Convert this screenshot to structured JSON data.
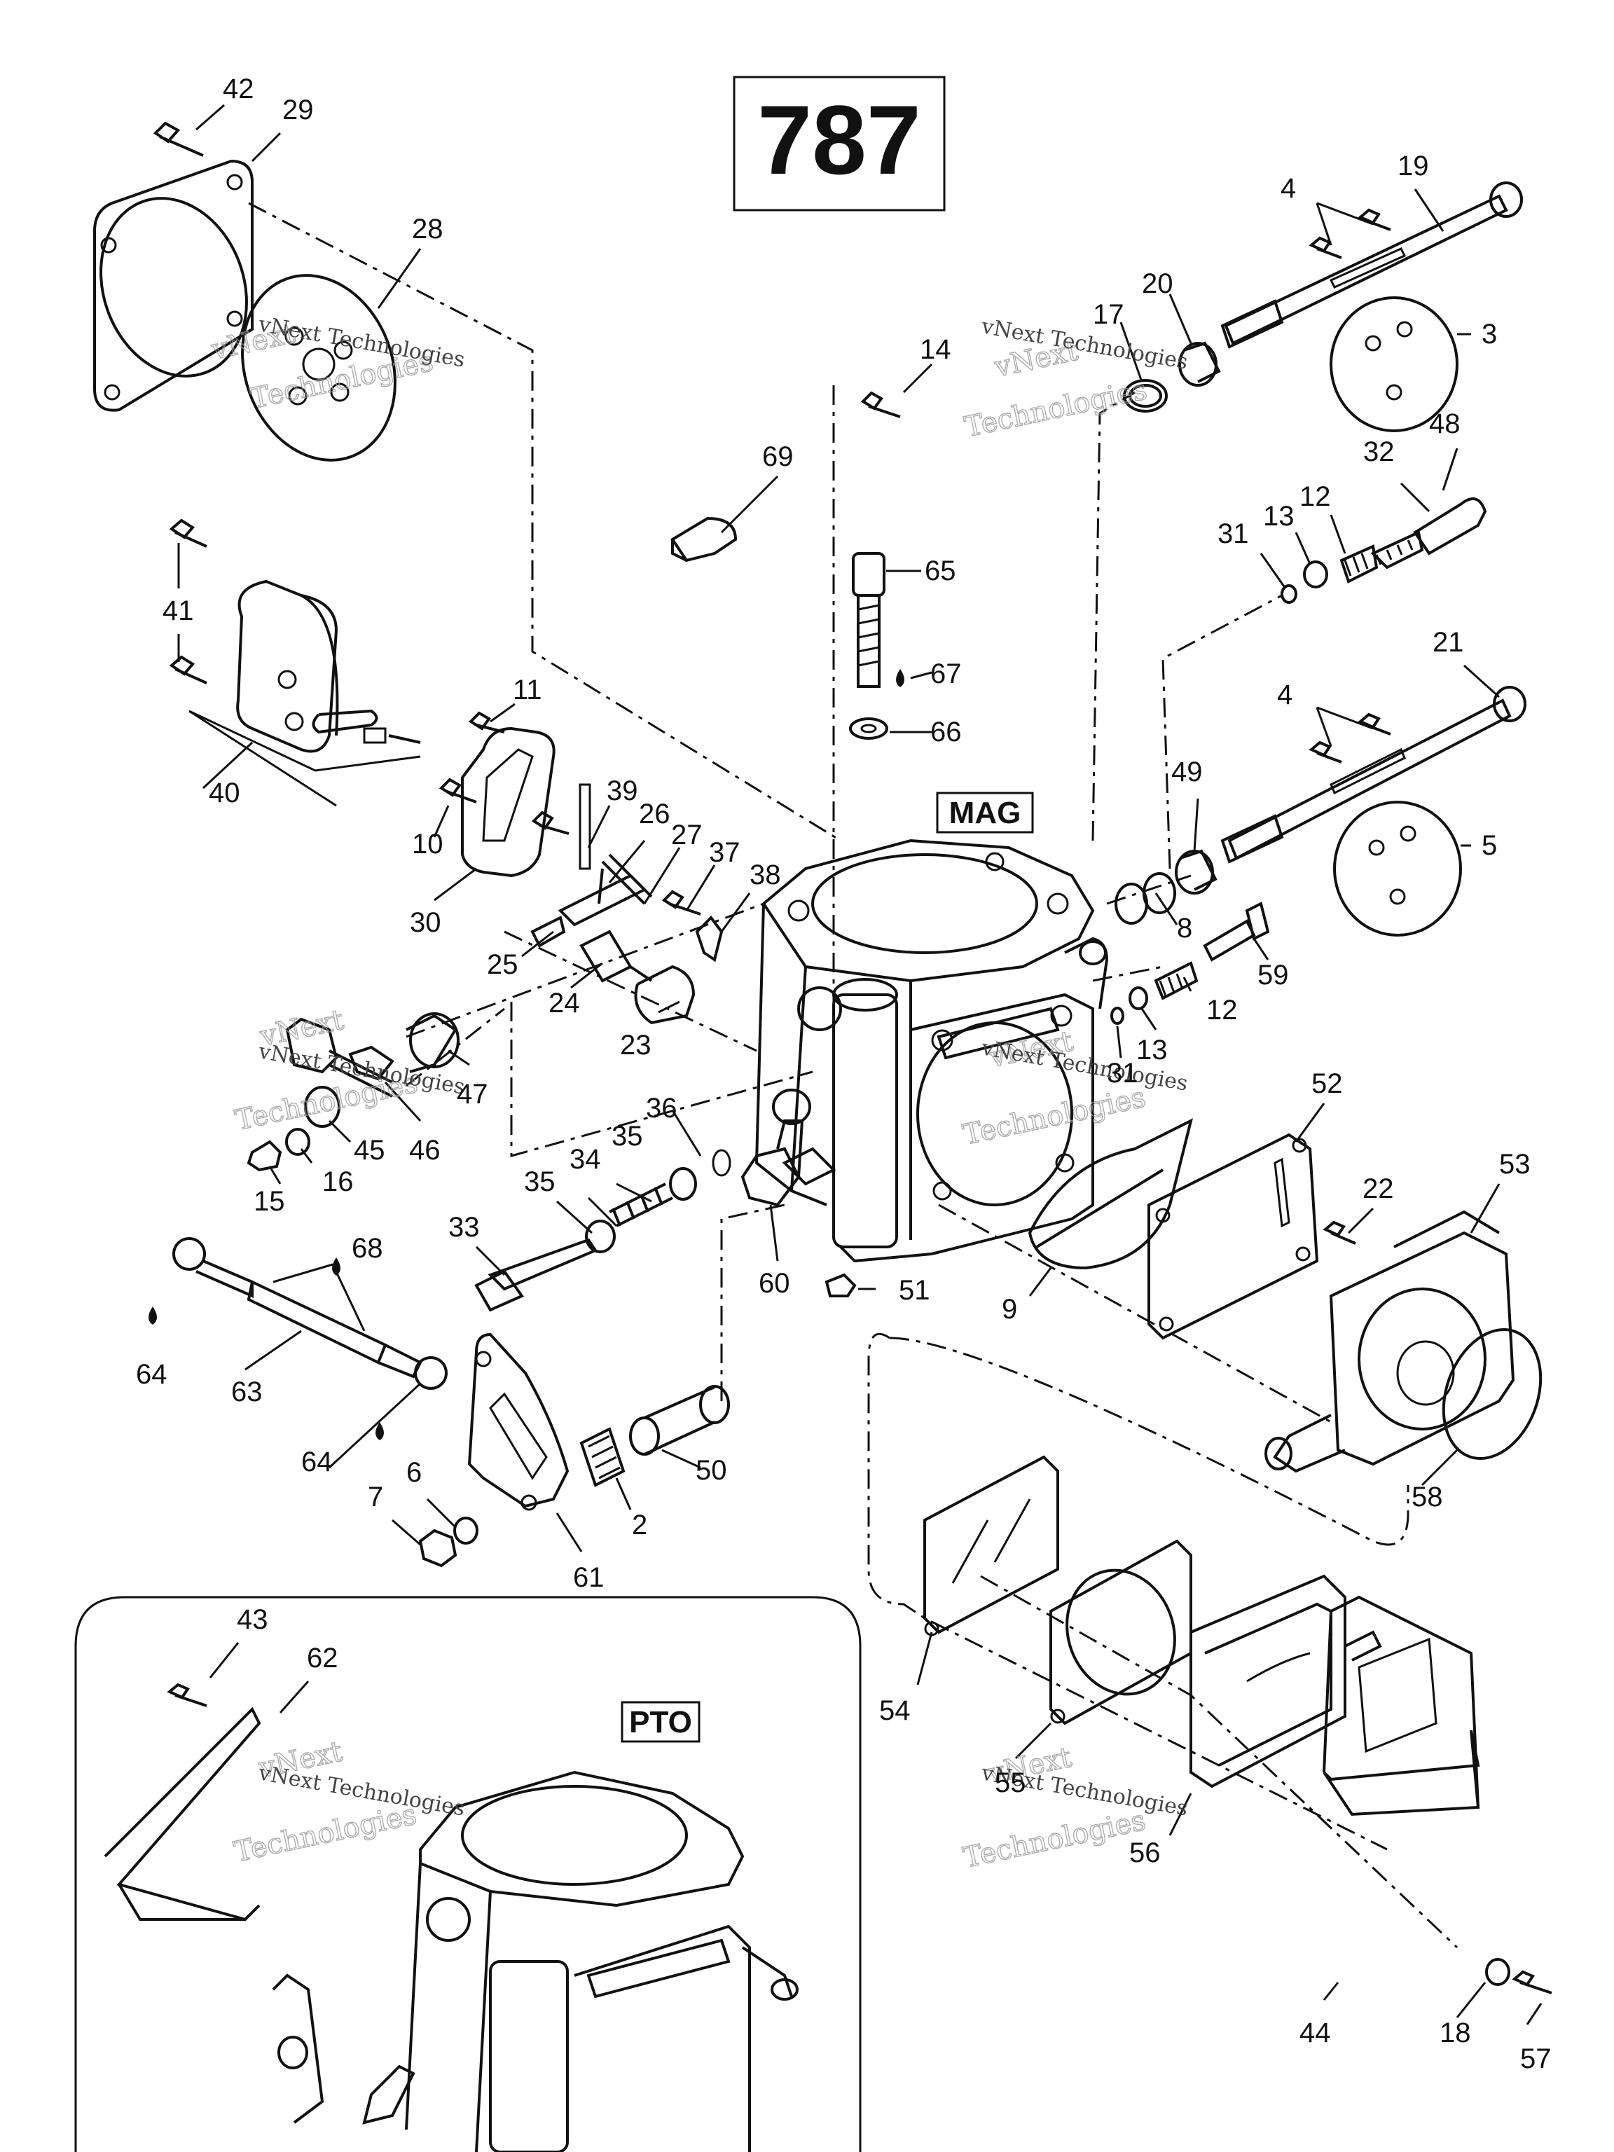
{
  "diagram_title": "787",
  "section_labels": {
    "mag": "MAG",
    "pto": "PTO"
  },
  "watermark": {
    "line1": "vNext Technologies",
    "line2": "vNext",
    "line3": "Technologies"
  },
  "callouts": [
    {
      "id": "c42",
      "text": "42"
    },
    {
      "id": "c29",
      "text": "29"
    },
    {
      "id": "c28",
      "text": "28"
    },
    {
      "id": "c41",
      "text": "41"
    },
    {
      "id": "c40",
      "text": "40"
    },
    {
      "id": "c11",
      "text": "11"
    },
    {
      "id": "c10",
      "text": "10"
    },
    {
      "id": "c30",
      "text": "30"
    },
    {
      "id": "c39",
      "text": "39"
    },
    {
      "id": "c26",
      "text": "26"
    },
    {
      "id": "c27",
      "text": "27"
    },
    {
      "id": "c37",
      "text": "37"
    },
    {
      "id": "c38",
      "text": "38"
    },
    {
      "id": "c25",
      "text": "25"
    },
    {
      "id": "c24",
      "text": "24"
    },
    {
      "id": "c23",
      "text": "23"
    },
    {
      "id": "c47",
      "text": "47"
    },
    {
      "id": "c46",
      "text": "46"
    },
    {
      "id": "c45",
      "text": "45"
    },
    {
      "id": "c16",
      "text": "16"
    },
    {
      "id": "c15",
      "text": "15"
    },
    {
      "id": "c36",
      "text": "36"
    },
    {
      "id": "c35a",
      "text": "35"
    },
    {
      "id": "c34",
      "text": "34"
    },
    {
      "id": "c35b",
      "text": "35"
    },
    {
      "id": "c33",
      "text": "33"
    },
    {
      "id": "c68",
      "text": "68"
    },
    {
      "id": "c64a",
      "text": "64"
    },
    {
      "id": "c63",
      "text": "63"
    },
    {
      "id": "c64b",
      "text": "64"
    },
    {
      "id": "c7",
      "text": "7"
    },
    {
      "id": "c6",
      "text": "6"
    },
    {
      "id": "c61",
      "text": "61"
    },
    {
      "id": "c2",
      "text": "2"
    },
    {
      "id": "c50",
      "text": "50"
    },
    {
      "id": "c60",
      "text": "60"
    },
    {
      "id": "c51",
      "text": "51"
    },
    {
      "id": "c14",
      "text": "14"
    },
    {
      "id": "c69",
      "text": "69"
    },
    {
      "id": "c65",
      "text": "65"
    },
    {
      "id": "c67",
      "text": "67"
    },
    {
      "id": "c66",
      "text": "66"
    },
    {
      "id": "c4a",
      "text": "4"
    },
    {
      "id": "c19",
      "text": "19"
    },
    {
      "id": "c20",
      "text": "20"
    },
    {
      "id": "c17",
      "text": "17"
    },
    {
      "id": "c3",
      "text": "3"
    },
    {
      "id": "c32",
      "text": "32"
    },
    {
      "id": "c48",
      "text": "48"
    },
    {
      "id": "c31a",
      "text": "31"
    },
    {
      "id": "c13a",
      "text": "13"
    },
    {
      "id": "c12a",
      "text": "12"
    },
    {
      "id": "c21",
      "text": "21"
    },
    {
      "id": "c4b",
      "text": "4"
    },
    {
      "id": "c49",
      "text": "49"
    },
    {
      "id": "c5",
      "text": "5"
    },
    {
      "id": "c8",
      "text": "8"
    },
    {
      "id": "c59",
      "text": "59"
    },
    {
      "id": "c12b",
      "text": "12"
    },
    {
      "id": "c13b",
      "text": "13"
    },
    {
      "id": "c31b",
      "text": "31"
    },
    {
      "id": "c52",
      "text": "52"
    },
    {
      "id": "c53",
      "text": "53"
    },
    {
      "id": "c22",
      "text": "22"
    },
    {
      "id": "c9",
      "text": "9"
    },
    {
      "id": "c58",
      "text": "58"
    },
    {
      "id": "c54",
      "text": "54"
    },
    {
      "id": "c55",
      "text": "55"
    },
    {
      "id": "c56",
      "text": "56"
    },
    {
      "id": "c44",
      "text": "44"
    },
    {
      "id": "c18",
      "text": "18"
    },
    {
      "id": "c57",
      "text": "57"
    },
    {
      "id": "c43",
      "text": "43"
    },
    {
      "id": "c62",
      "text": "62"
    }
  ]
}
